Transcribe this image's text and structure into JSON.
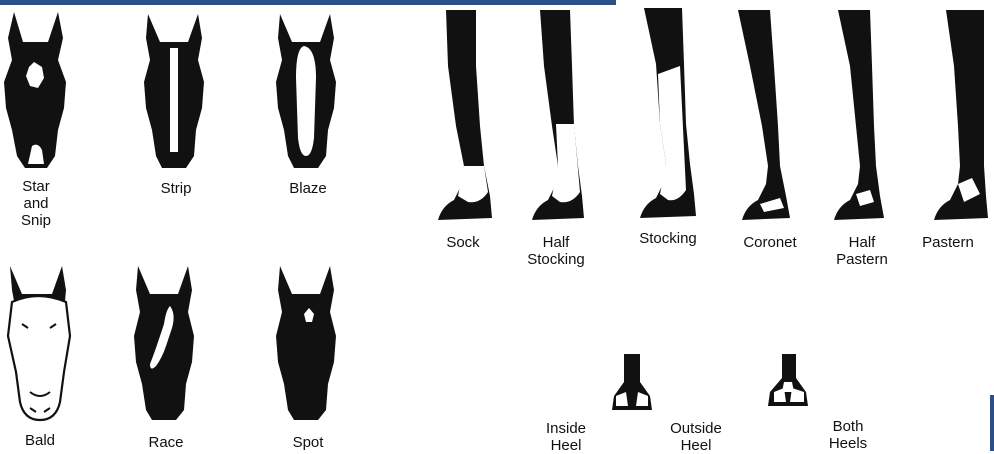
{
  "faces": [
    {
      "label": "Star\nand\nSnip"
    },
    {
      "label": "Strip"
    },
    {
      "label": "Blaze"
    },
    {
      "label": "Bald"
    },
    {
      "label": "Race"
    },
    {
      "label": "Spot"
    }
  ],
  "legs": [
    {
      "label": "Sock"
    },
    {
      "label": "Half\nStocking"
    },
    {
      "label": "Stocking"
    },
    {
      "label": "Coronet"
    },
    {
      "label": "Half\nPastern"
    },
    {
      "label": "Pastern"
    }
  ],
  "heels": [
    {
      "label": "Inside\nHeel"
    },
    {
      "label": "Outside\nHeel"
    },
    {
      "label": "Both\nHeels"
    }
  ],
  "colors": {
    "ink": "#111111",
    "white": "#ffffff",
    "accent": "#2b4f86"
  }
}
